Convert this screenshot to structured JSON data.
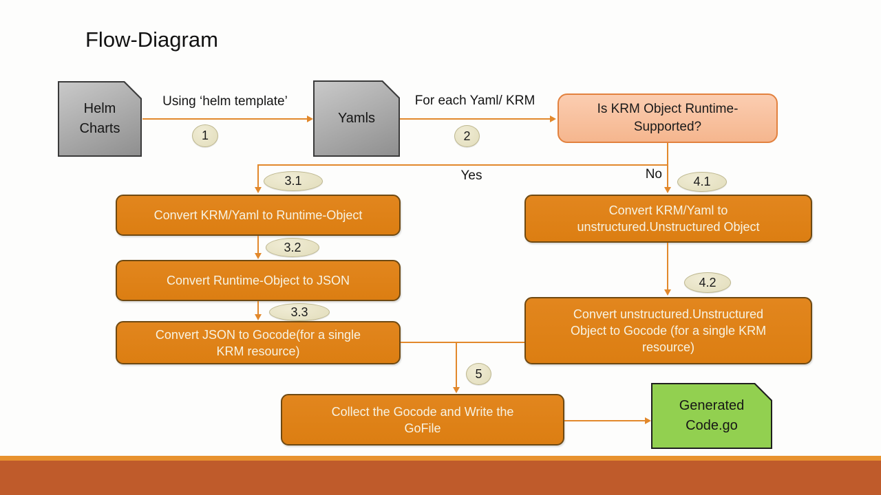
{
  "title": "Flow-Diagram",
  "nodes": {
    "helm_charts": {
      "label": "Helm\nCharts"
    },
    "yamls": {
      "label": "Yamls"
    },
    "decision": {
      "label": "Is KRM Object Runtime-\nSupported?"
    },
    "convert_runtime": {
      "label": "Convert KRM/Yaml to Runtime-Object"
    },
    "convert_json": {
      "label": "Convert Runtime-Object to JSON"
    },
    "convert_gocode_left": {
      "label": "Convert JSON to Gocode(for a single\nKRM resource)"
    },
    "convert_unstructured": {
      "label": "Convert KRM/Yaml to\nunstructured.Unstructured Object"
    },
    "convert_gocode_right": {
      "label": "Convert unstructured.Unstructured\nObject to Gocode (for a single KRM\nresource)"
    },
    "collect_gocode": {
      "label": "Collect the Gocode and Write the\nGoFile"
    },
    "generated_code": {
      "label": "Generated\nCode.go"
    }
  },
  "edges": {
    "helm_to_yamls": {
      "label": "Using ‘helm template’",
      "badge": "1"
    },
    "yamls_to_decision": {
      "label": "For each Yaml/ KRM",
      "badge": "2"
    },
    "yes_branch": {
      "label": "Yes",
      "badge": "3.1"
    },
    "no_branch": {
      "label": "No",
      "badge": "4.1"
    },
    "runtime_to_json": {
      "badge": "3.2"
    },
    "json_to_gocode": {
      "badge": "3.3"
    },
    "unstructured_to_gocode": {
      "badge": "4.2"
    },
    "merge_to_collect": {
      "badge": "5"
    }
  },
  "colors": {
    "accent_orange": "#E2861E",
    "process_border": "#6E4912",
    "process_text": "#F7F3E3",
    "decision_fill": "#F9C29E",
    "decision_border": "#E2813E",
    "connector": "#E2882B",
    "badge_fill": "#E2DDBB",
    "badge_border": "#BDB78F",
    "card_gray_light": "#C9C9C9",
    "card_gray_dark": "#8F8F8F",
    "card_border": "#3A3A3A",
    "green_fill": "#92D050",
    "footer_strip": "#E8922E",
    "footer_bar": "#BF5B2B"
  }
}
